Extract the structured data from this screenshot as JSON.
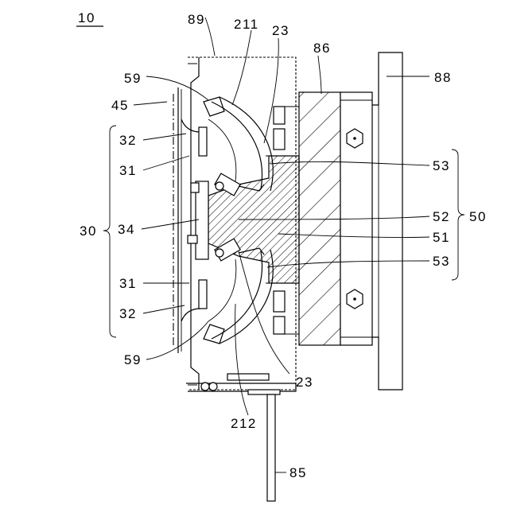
{
  "figure": {
    "number": "10",
    "labels": {
      "l89": "89",
      "l211": "211",
      "l23_top": "23",
      "l86": "86",
      "l88": "88",
      "l59_top": "59",
      "l45": "45",
      "l32_top": "32",
      "l31_top": "31",
      "l30": "30",
      "l34": "34",
      "l31_bottom": "31",
      "l32_bottom": "32",
      "l59_bottom": "59",
      "l53_top": "53",
      "l52": "52",
      "l50": "50",
      "l51": "51",
      "l53_bottom": "53",
      "l23_bottom": "23",
      "l212": "212",
      "l85": "85"
    }
  }
}
